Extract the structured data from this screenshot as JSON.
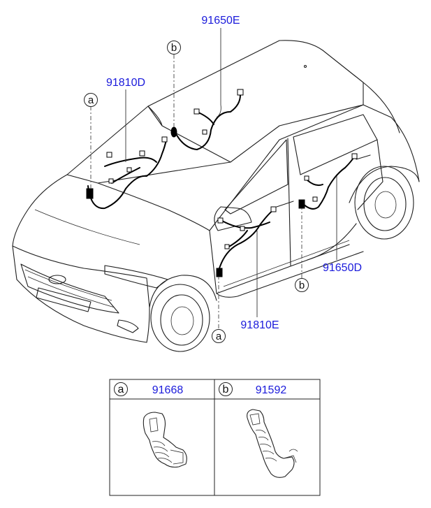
{
  "callouts": {
    "a_top": "a",
    "b_top": "b",
    "a_bottom": "a",
    "b_right": "b"
  },
  "part_numbers": {
    "p91650E": "91650E",
    "p91810D": "91810D",
    "p91650D": "91650D",
    "p91810E": "91810E"
  },
  "legend": {
    "cells": [
      {
        "letter": "a",
        "part_number": "91668"
      },
      {
        "letter": "b",
        "part_number": "91592"
      }
    ]
  },
  "colors": {
    "part_number_text": "#1a1adb",
    "line_art": "#1e1e1e",
    "background": "#ffffff"
  }
}
